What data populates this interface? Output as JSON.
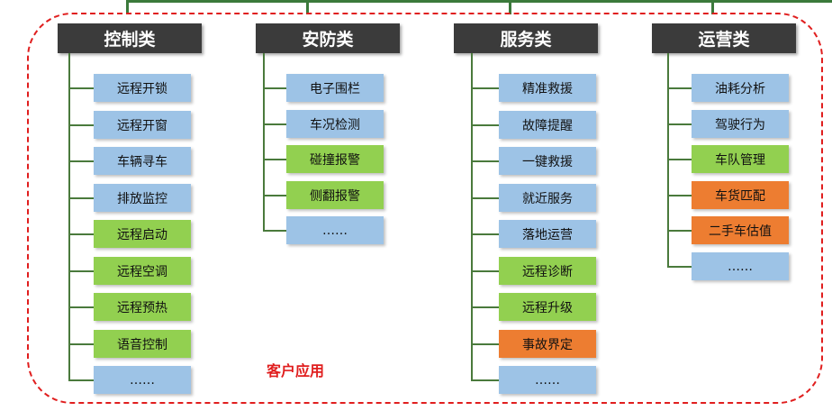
{
  "colors": {
    "blue": "#9dc3e6",
    "green": "#92d050",
    "orange": "#ed7d31",
    "header": "#3b3b3b",
    "frame": "#e01e1e",
    "connector": "#4a7a3c"
  },
  "caption": "客户应用",
  "categories": [
    {
      "title": "控制类",
      "items": [
        {
          "label": "远程开锁",
          "color": "blue"
        },
        {
          "label": "远程开窗",
          "color": "blue"
        },
        {
          "label": "车辆寻车",
          "color": "blue"
        },
        {
          "label": "排放监控",
          "color": "blue"
        },
        {
          "label": "远程启动",
          "color": "green"
        },
        {
          "label": "远程空调",
          "color": "green"
        },
        {
          "label": "远程预热",
          "color": "green"
        },
        {
          "label": "语音控制",
          "color": "green"
        },
        {
          "label": "……",
          "color": "blue"
        }
      ]
    },
    {
      "title": "安防类",
      "items": [
        {
          "label": "电子围栏",
          "color": "blue"
        },
        {
          "label": "车况检测",
          "color": "blue"
        },
        {
          "label": "碰撞报警",
          "color": "green"
        },
        {
          "label": "侧翻报警",
          "color": "green"
        },
        {
          "label": "……",
          "color": "blue"
        }
      ]
    },
    {
      "title": "服务类",
      "items": [
        {
          "label": "精准救援",
          "color": "blue"
        },
        {
          "label": "故障提醒",
          "color": "blue"
        },
        {
          "label": "一键救援",
          "color": "blue"
        },
        {
          "label": "就近服务",
          "color": "blue"
        },
        {
          "label": "落地运营",
          "color": "blue"
        },
        {
          "label": "远程诊断",
          "color": "green"
        },
        {
          "label": "远程升级",
          "color": "green"
        },
        {
          "label": "事故界定",
          "color": "orange"
        },
        {
          "label": "……",
          "color": "blue"
        }
      ]
    },
    {
      "title": "运营类",
      "items": [
        {
          "label": "油耗分析",
          "color": "blue"
        },
        {
          "label": "驾驶行为",
          "color": "blue"
        },
        {
          "label": "车队管理",
          "color": "green"
        },
        {
          "label": "车货匹配",
          "color": "orange"
        },
        {
          "label": "二手车估值",
          "color": "orange"
        },
        {
          "label": "……",
          "color": "blue"
        }
      ]
    }
  ]
}
